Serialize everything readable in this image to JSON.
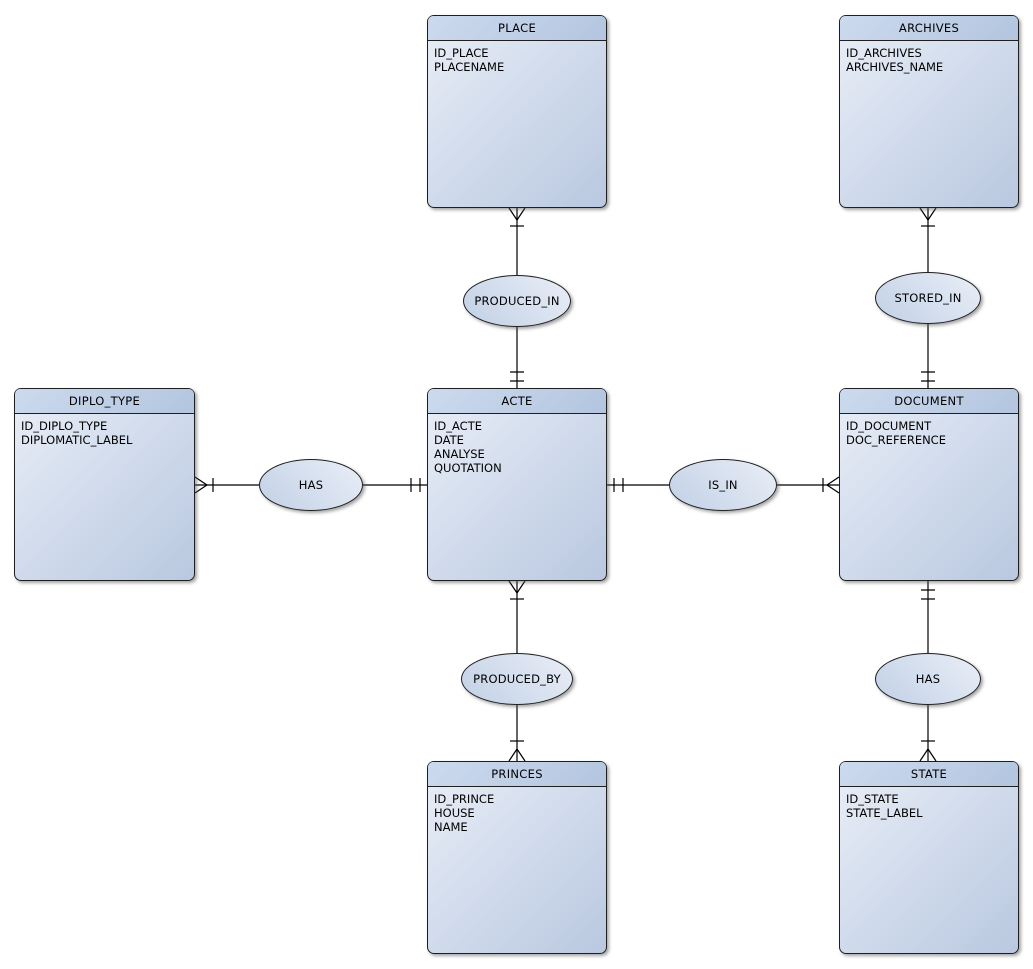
{
  "diagram": {
    "kind": "entity-relationship-diagram",
    "colors": {
      "background": "#ffffff",
      "entity_header_fill": "#b9c9e2",
      "entity_body_fill_light": "#e9eef6",
      "entity_body_fill_dark": "#b9c8e0",
      "ellipse_fill_light": "#e9eef7",
      "ellipse_fill_dark": "#c2d1e6",
      "border": "#1f1f1f",
      "connector": "#000000"
    },
    "entities": [
      {
        "name": "PLACE",
        "attributes": [
          "ID_PLACE",
          "PLACENAME"
        ]
      },
      {
        "name": "ARCHIVES",
        "attributes": [
          "ID_ARCHIVES",
          "ARCHIVES_NAME"
        ]
      },
      {
        "name": "DIPLO_TYPE",
        "attributes": [
          "ID_DIPLO_TYPE",
          "DIPLOMATIC_LABEL"
        ]
      },
      {
        "name": "ACTE",
        "attributes": [
          "ID_ACTE",
          "DATE",
          "ANALYSE",
          "QUOTATION"
        ]
      },
      {
        "name": "DOCUMENT",
        "attributes": [
          "ID_DOCUMENT",
          "DOC_REFERENCE"
        ]
      },
      {
        "name": "PRINCES",
        "attributes": [
          "ID_PRINCE",
          "HOUSE",
          "NAME"
        ]
      },
      {
        "name": "STATE",
        "attributes": [
          "ID_STATE",
          "STATE_LABEL"
        ]
      }
    ],
    "relationships": [
      {
        "label": "PRODUCED_IN",
        "between": [
          "PLACE",
          "ACTE"
        ],
        "end_notations": {
          "PLACE": "crow-foot-with-tick (many)",
          "ACTE": "double-tick (exactly one)"
        }
      },
      {
        "label": "STORED_IN",
        "between": [
          "ARCHIVES",
          "DOCUMENT"
        ],
        "end_notations": {
          "ARCHIVES": "crow-foot-with-tick (many)",
          "DOCUMENT": "double-tick (exactly one)"
        }
      },
      {
        "label": "HAS",
        "between": [
          "DIPLO_TYPE",
          "ACTE"
        ],
        "end_notations": {
          "DIPLO_TYPE": "crow-foot-with-tick (many)",
          "ACTE": "double-tick (exactly one)"
        }
      },
      {
        "label": "IS_IN",
        "between": [
          "ACTE",
          "DOCUMENT"
        ],
        "end_notations": {
          "ACTE": "double-tick (exactly one)",
          "DOCUMENT": "tick-with-crow-foot (many)"
        }
      },
      {
        "label": "PRODUCED_BY",
        "between": [
          "ACTE",
          "PRINCES"
        ],
        "end_notations": {
          "ACTE": "crow-foot-with-tick (many)",
          "PRINCES": "tick-with-crow-foot (many)"
        }
      },
      {
        "label": "HAS",
        "between": [
          "DOCUMENT",
          "STATE"
        ],
        "end_notations": {
          "DOCUMENT": "double-tick (exactly one)",
          "STATE": "tick-with-crow-foot (many)"
        }
      }
    ]
  }
}
